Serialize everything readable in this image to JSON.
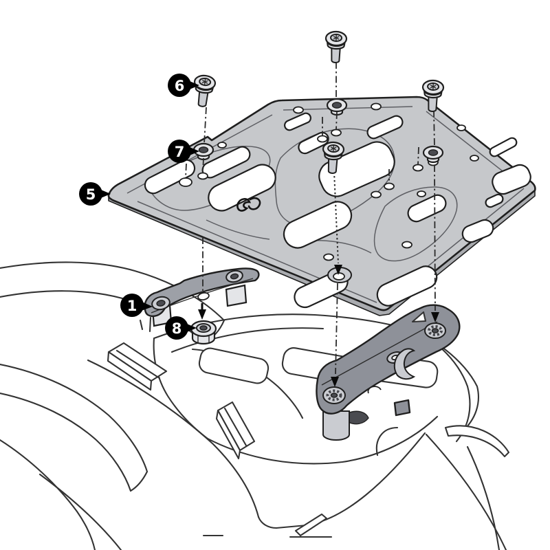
{
  "figure": {
    "kind": "assembly-diagram",
    "background": "#ffffff"
  },
  "callouts": {
    "c1": {
      "number": "1"
    },
    "c5": {
      "number": "5"
    },
    "c6": {
      "number": "6"
    },
    "c7": {
      "number": "7"
    },
    "c8": {
      "number": "8"
    }
  },
  "colors": {
    "bg": "#ffffff",
    "plate": "#c6c8cb",
    "plateSide": "#a9abaf",
    "engrave": "#5d5e63",
    "bracketLeft": "#9da0a7",
    "bracketRight": "#8e9199",
    "metal": "#e4e5e8",
    "metalDark": "#caccd1",
    "bike": "#333333",
    "outline": "#1f1f1f",
    "arrowColor": "#0a0a0a",
    "calloutBg": "#000000",
    "calloutText": "#ffffff"
  }
}
